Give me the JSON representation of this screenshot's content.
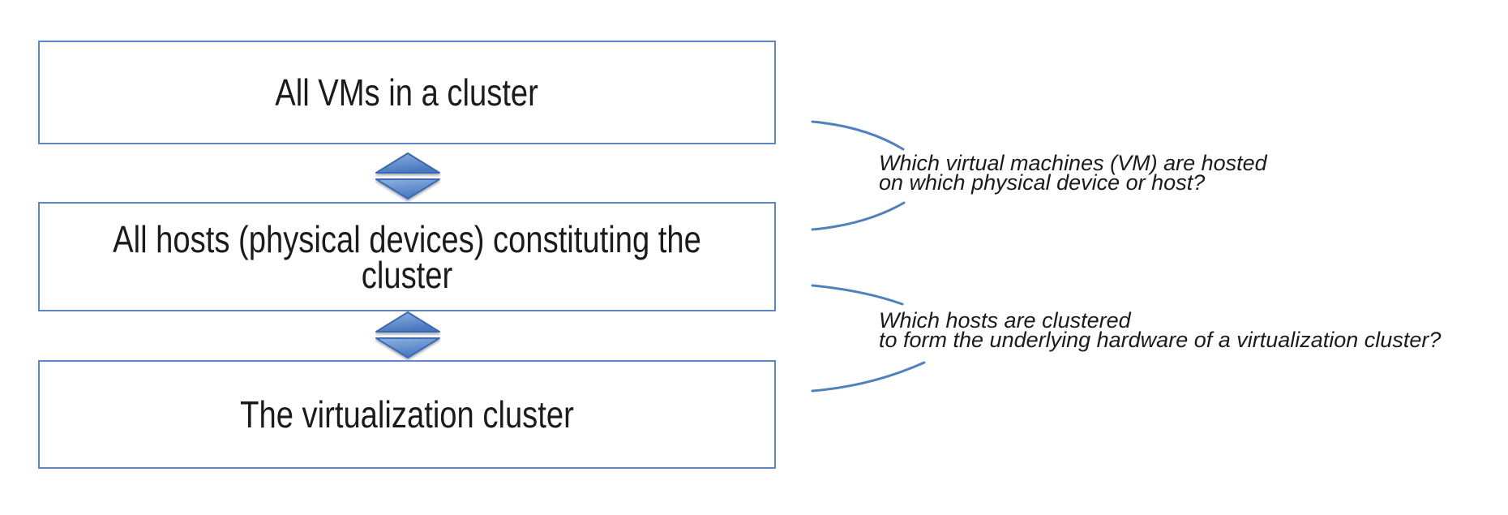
{
  "diagram": {
    "boxes": [
      {
        "label": "All VMs in a cluster"
      },
      {
        "label": "All hosts (physical devices) constituting the cluster"
      },
      {
        "label": "The virtualization cluster"
      }
    ],
    "connectors": [
      {
        "icon": "double-diamond-connector-icon"
      },
      {
        "icon": "double-diamond-connector-icon"
      }
    ],
    "annotations": [
      {
        "lines": [
          "Which virtual machines (VM) are hosted",
          "on which physical device or host?"
        ]
      },
      {
        "lines": [
          "Which hosts are clustered",
          "to form the underlying hardware of a virtualization cluster?"
        ]
      }
    ],
    "colors": {
      "box_border": "#5C86C5",
      "arc_stroke": "#4F81BD",
      "diamond_fill_light": "#8FB3E2",
      "diamond_fill_dark": "#4878BE",
      "diamond_stroke": "#3A6BB0",
      "text": "#1B1B1B",
      "background": "#FFFFFF"
    }
  }
}
